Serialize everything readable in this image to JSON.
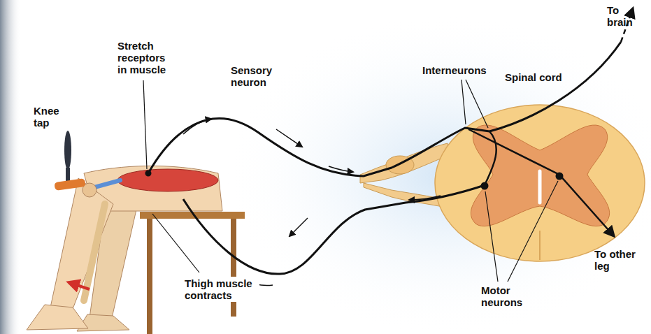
{
  "diagram": {
    "labels": [
      "Knee tap",
      "Stretch receptors in muscle",
      "Sensory neuron",
      "Thigh muscle contracts",
      "Interneurons",
      "Spinal cord",
      "To brain",
      "To other leg",
      "Motor neurons"
    ]
  }
}
